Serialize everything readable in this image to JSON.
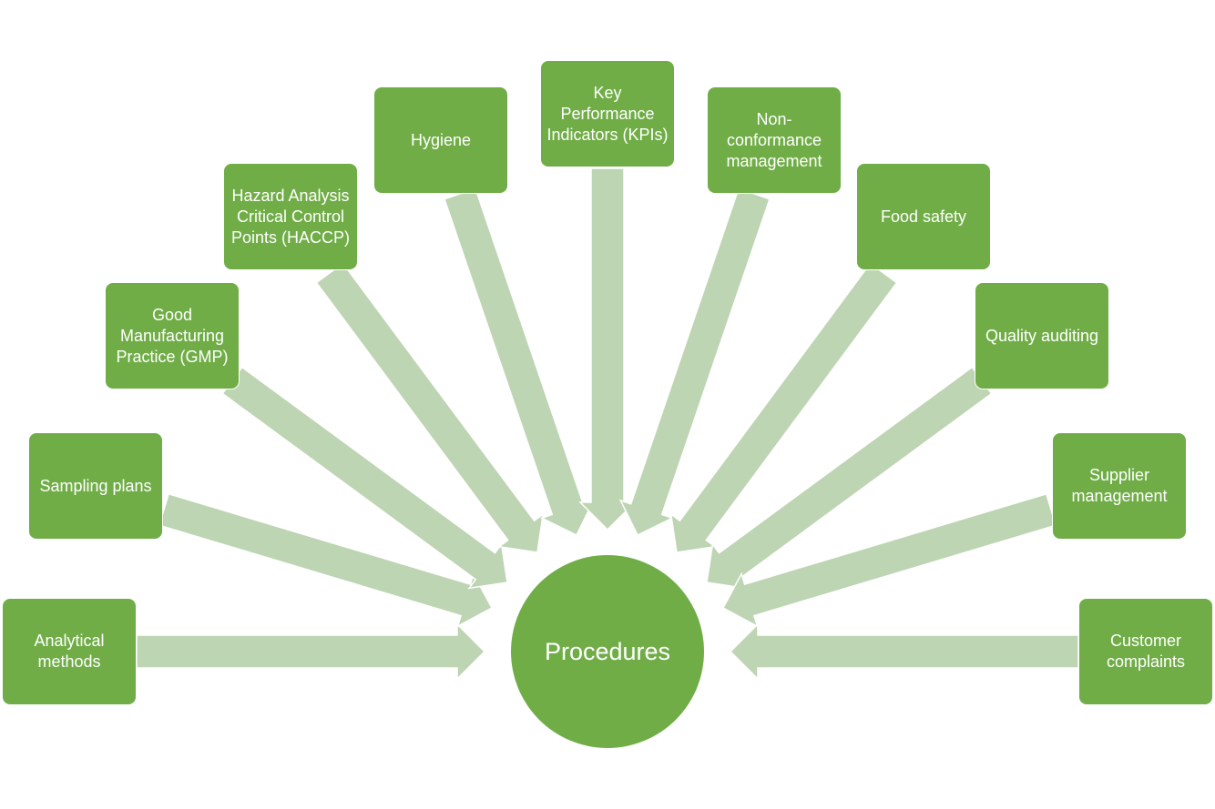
{
  "colors": {
    "node_fill": "#70ad47",
    "arrow_fill": "#bdd5b3",
    "text": "#ffffff"
  },
  "center": {
    "label": "Procedures"
  },
  "nodes": [
    {
      "label": "Analytical\nmethods"
    },
    {
      "label": "Sampling plans"
    },
    {
      "label": "Good\nManufacturing\nPractice (GMP)"
    },
    {
      "label": "Hazard Analysis\nCritical Control\nPoints (HACCP)"
    },
    {
      "label": "Hygiene"
    },
    {
      "label": "Key\nPerformance\nIndicators (KPIs)"
    },
    {
      "label": "Non-\nconformance\nmanagement"
    },
    {
      "label": "Food safety"
    },
    {
      "label": "Quality auditing"
    },
    {
      "label": "Supplier\nmanagement"
    },
    {
      "label": "Customer\ncomplaints"
    }
  ]
}
